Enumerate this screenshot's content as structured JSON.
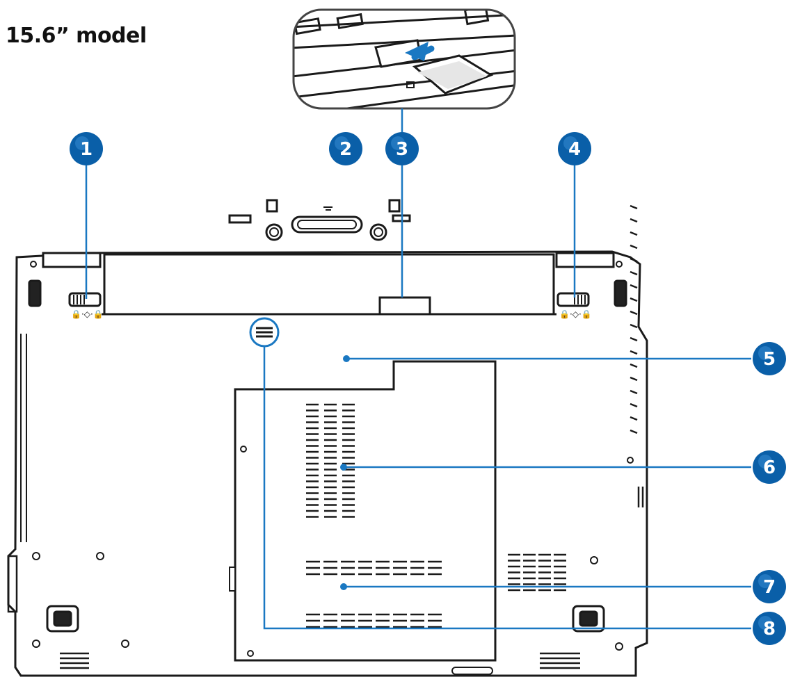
{
  "title": "15.6” model",
  "callouts": [
    {
      "number": "1"
    },
    {
      "number": "2"
    },
    {
      "number": "3"
    },
    {
      "number": "4"
    },
    {
      "number": "5"
    },
    {
      "number": "6"
    },
    {
      "number": "7"
    },
    {
      "number": "8"
    }
  ],
  "colors": {
    "callout": "#0a5fa8",
    "leader": "#1a78c2",
    "outline": "#1a1a1a"
  },
  "icons": [
    "card-insert-arrow-icon",
    "lock-icon",
    "memory-icon"
  ]
}
